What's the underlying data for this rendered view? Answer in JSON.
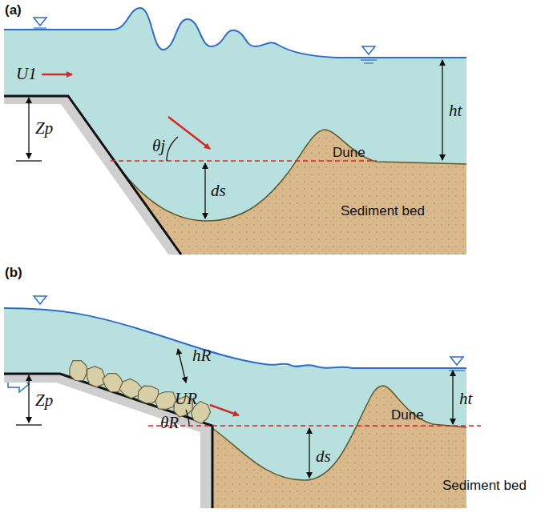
{
  "diagram": {
    "labels": [
      "(a)",
      "U1",
      "Zp",
      "θj",
      "ds",
      "Dune",
      "ht",
      "Sediment bed",
      "(b)",
      "Zp",
      "hR",
      "UR",
      "θR",
      "ds",
      "Dune",
      "ht",
      "Sediment bed"
    ]
  }
}
